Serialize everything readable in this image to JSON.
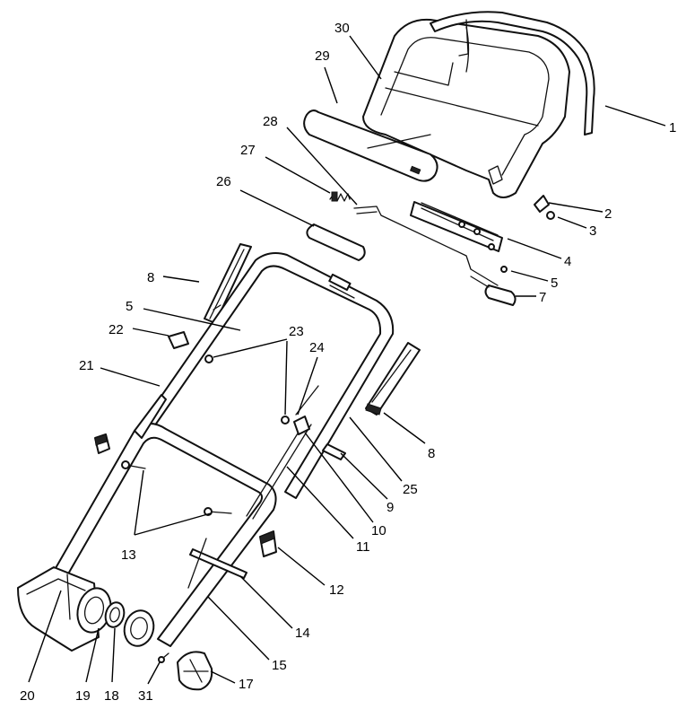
{
  "callouts": [
    {
      "id": "1",
      "label": "1"
    },
    {
      "id": "2",
      "label": "2"
    },
    {
      "id": "3",
      "label": "3"
    },
    {
      "id": "4",
      "label": "4"
    },
    {
      "id": "5a",
      "label": "5"
    },
    {
      "id": "5b",
      "label": "5"
    },
    {
      "id": "7",
      "label": "7"
    },
    {
      "id": "8a",
      "label": "8"
    },
    {
      "id": "8b",
      "label": "8"
    },
    {
      "id": "9",
      "label": "9"
    },
    {
      "id": "10",
      "label": "10"
    },
    {
      "id": "11",
      "label": "11"
    },
    {
      "id": "12",
      "label": "12"
    },
    {
      "id": "13",
      "label": "13"
    },
    {
      "id": "14",
      "label": "14"
    },
    {
      "id": "15",
      "label": "15"
    },
    {
      "id": "17",
      "label": "17"
    },
    {
      "id": "18",
      "label": "18"
    },
    {
      "id": "19",
      "label": "19"
    },
    {
      "id": "20",
      "label": "20"
    },
    {
      "id": "21",
      "label": "21"
    },
    {
      "id": "22",
      "label": "22"
    },
    {
      "id": "23",
      "label": "23"
    },
    {
      "id": "24",
      "label": "24"
    },
    {
      "id": "25",
      "label": "25"
    },
    {
      "id": "26",
      "label": "26"
    },
    {
      "id": "27",
      "label": "27"
    },
    {
      "id": "28",
      "label": "28"
    },
    {
      "id": "29",
      "label": "29"
    },
    {
      "id": "30",
      "label": "30"
    },
    {
      "id": "31",
      "label": "31"
    }
  ]
}
